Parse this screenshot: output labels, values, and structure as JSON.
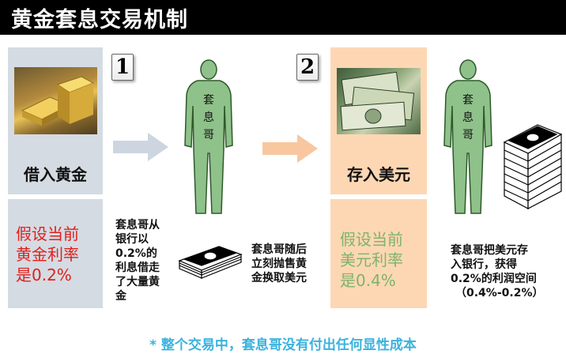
{
  "title": "黄金套息交易机制",
  "step1": {
    "number": "1",
    "label": "借入黄金",
    "assumption": [
      "假设当前",
      "黄金利率",
      "是0.2%"
    ],
    "explanation": [
      "套息哥从",
      "银行以",
      "0.2%的",
      "利息借走",
      "了大量黄",
      "金"
    ]
  },
  "step2": {
    "number": "2",
    "label": "存入美元",
    "assumption": [
      "假设当前",
      "美元利率",
      "是0.4%"
    ]
  },
  "person_label_1": [
    "套",
    "息",
    "哥"
  ],
  "person_label_2": [
    "套",
    "息",
    "哥"
  ],
  "sell_text": [
    "套息哥随后",
    "立刻抛售黄",
    "金换取美元"
  ],
  "final_text": [
    "套息哥把美元存",
    "入银行，获得",
    "0.2%的利润空间",
    "（0.4%-0.2%）"
  ],
  "footer_note": "* 整个交易中，套息哥没有付出任何显性成本",
  "colors": {
    "title_bg": "#000000",
    "panel_gray": "#d5dbe3",
    "panel_peach": "#fdd7b4",
    "gold_rate_text": "#e0201b",
    "dollar_rate_text": "#7fb46a",
    "person_fill": "#8fc18a",
    "arrow_gray": "#cdd6e0",
    "arrow_orange": "#f8c7a0",
    "footer_text": "#3bb2dd"
  }
}
